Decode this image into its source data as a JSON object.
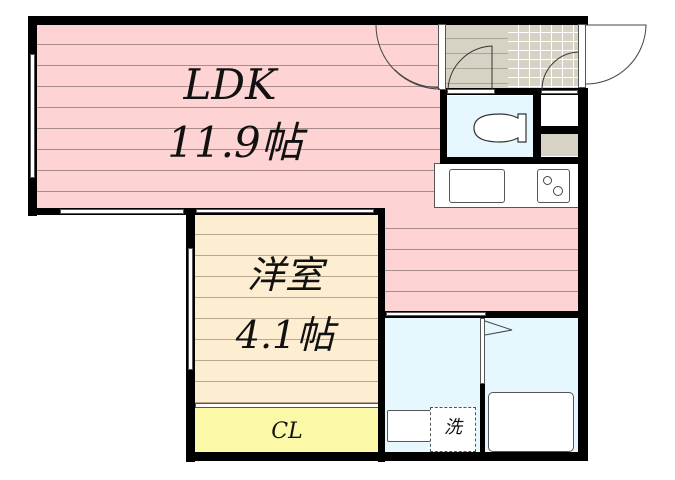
{
  "floorplan": {
    "rooms": [
      {
        "id": "ldk",
        "name": "LDK",
        "size": "11.9帖",
        "color": "#fdd3d3"
      },
      {
        "id": "western",
        "name": "洋室",
        "size": "4.1帖",
        "color": "#fdeed2"
      },
      {
        "id": "closet",
        "name": "CL",
        "color": "#fbf9a8"
      },
      {
        "id": "washroom",
        "name": "",
        "color": "#e6f7fd"
      },
      {
        "id": "bath",
        "name": "",
        "color": "#e6f7fd"
      },
      {
        "id": "toilet",
        "name": "",
        "color": "#e6f7fd"
      },
      {
        "id": "entrance",
        "name": "",
        "color": "#d6d3c5"
      }
    ],
    "labels": {
      "ldk_name": "LDK",
      "ldk_size": "11.9帖",
      "western_name": "洋室",
      "western_size": "4.1帖",
      "closet": "CL",
      "washer": "洗"
    },
    "colors": {
      "wall": "#000000",
      "ldk": "#fdd3d3",
      "western": "#fdeed2",
      "closet": "#fbf9a8",
      "water": "#e6f7fd",
      "entrance": "#d6d3c5"
    }
  }
}
